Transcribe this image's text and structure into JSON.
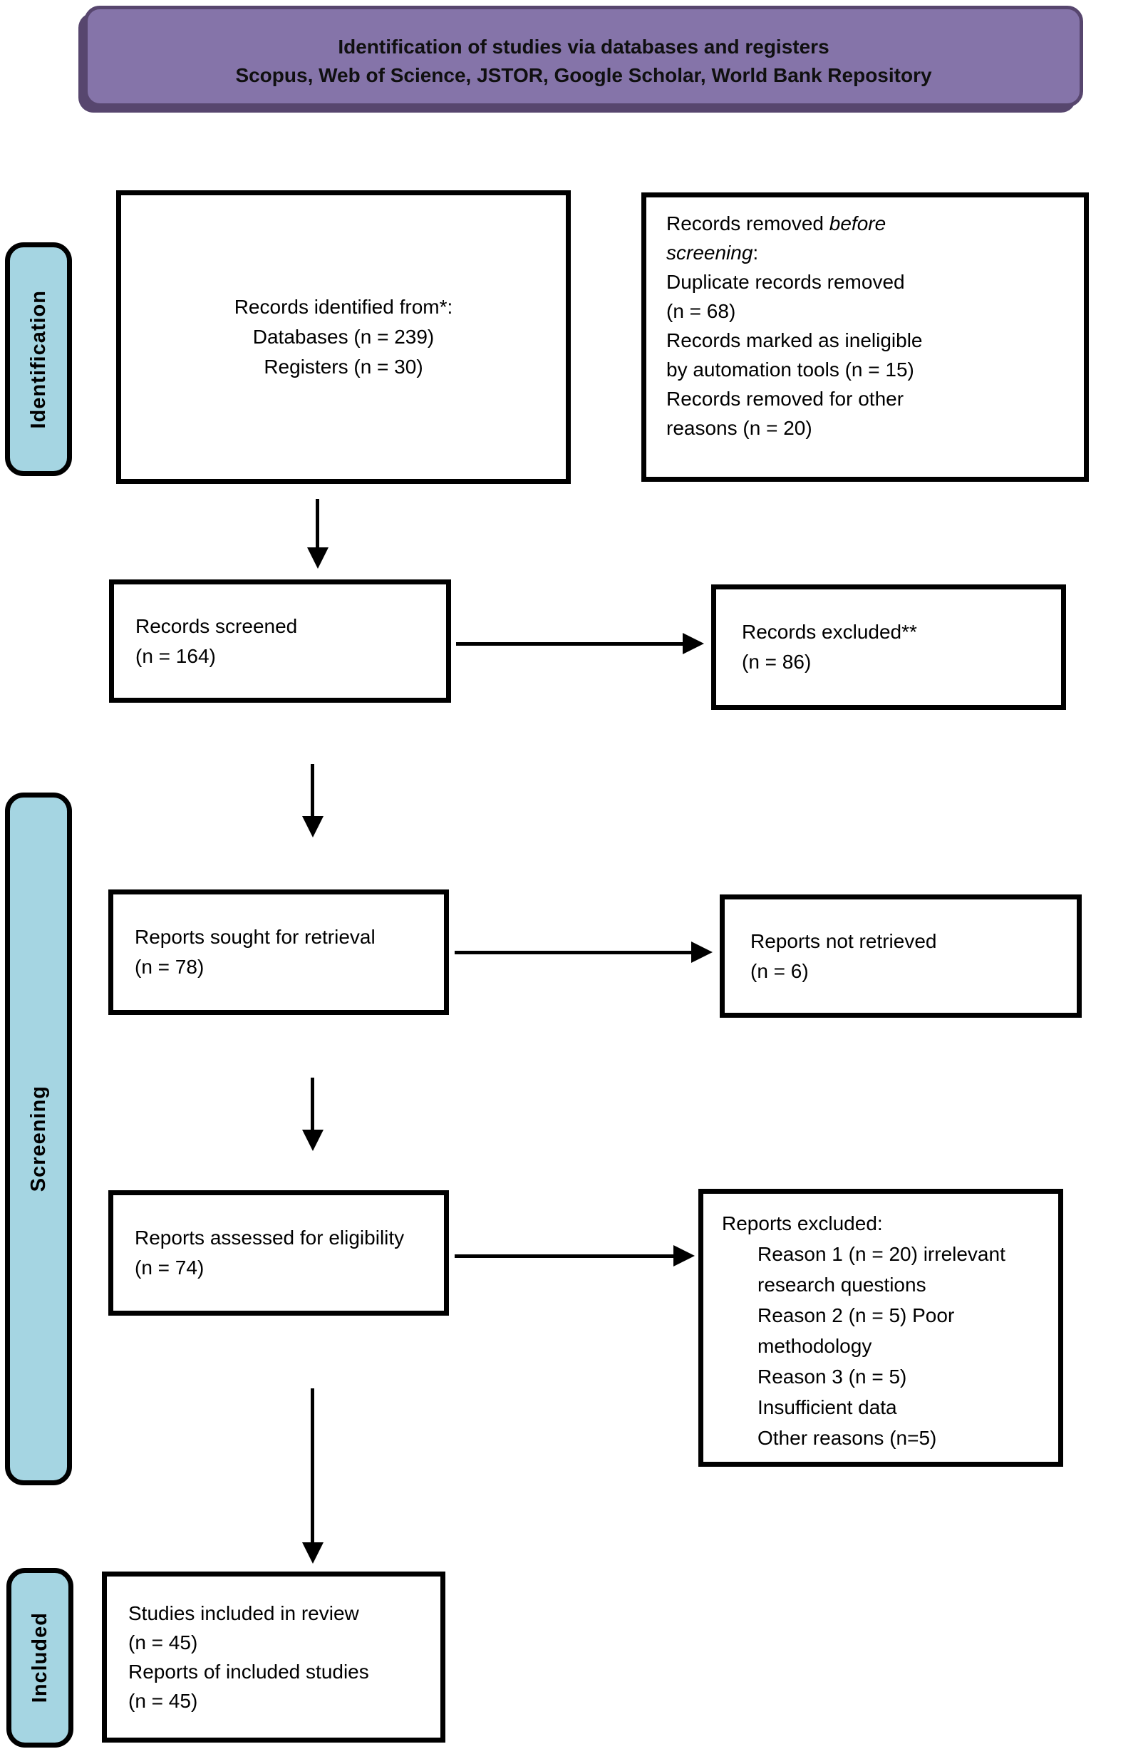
{
  "header": {
    "line1": "Identification of studies via databases and registers",
    "line2": "Scopus, Web of Science, JSTOR, Google Scholar, World Bank Repository"
  },
  "stages": {
    "identification": "Identification",
    "screening": "Screening",
    "included": "Included"
  },
  "boxes": {
    "records_identified": {
      "lines": [
        "Records identified from*:",
        "Databases (n = 239)",
        "Registers (n = 30)"
      ]
    },
    "records_removed": {
      "lines": [
        {
          "segments": [
            {
              "text": "Records removed ",
              "italic": false
            },
            {
              "text": "before",
              "italic": true
            }
          ]
        },
        {
          "segments": [
            {
              "text": "screening",
              "italic": true
            },
            {
              "text": ":",
              "italic": false
            }
          ]
        },
        "Duplicate records removed",
        "(n = 68)",
        "Records marked as ineligible",
        "by automation tools (n = 15)",
        "Records removed for other",
        "reasons (n = 20)"
      ]
    },
    "records_screened": {
      "lines": [
        "Records screened",
        "(n = 164)"
      ]
    },
    "records_excluded": {
      "lines": [
        "Records excluded**",
        "(n = 86)"
      ]
    },
    "reports_sought": {
      "lines": [
        "Reports sought for retrieval",
        "(n = 78)"
      ]
    },
    "reports_not_retrieved": {
      "lines": [
        "Reports not retrieved",
        "(n = 6)"
      ]
    },
    "reports_assessed": {
      "lines": [
        "Reports assessed for eligibility",
        "(n = 74)"
      ]
    },
    "reports_excluded": {
      "lines": [
        "Reports excluded:",
        {
          "indent": true,
          "segments": [
            {
              "text": "Reason 1 (n = 20) irrelevant",
              "italic": false
            }
          ]
        },
        {
          "indent": true,
          "segments": [
            {
              "text": "research questions",
              "italic": false
            }
          ]
        },
        {
          "indent": true,
          "segments": [
            {
              "text": "Reason 2 (n = 5) Poor",
              "italic": false
            }
          ]
        },
        {
          "indent": true,
          "segments": [
            {
              "text": "methodology",
              "italic": false
            }
          ]
        },
        {
          "indent": true,
          "segments": [
            {
              "text": "Reason 3 (n = 5)",
              "italic": false
            }
          ]
        },
        {
          "indent": true,
          "segments": [
            {
              "text": "Insufficient data",
              "italic": false
            }
          ]
        },
        {
          "indent": true,
          "segments": [
            {
              "text": "Other reasons (n=5)",
              "italic": false
            }
          ]
        }
      ]
    },
    "studies_included": {
      "lines": [
        "Studies included in review",
        "(n = 45)",
        "Reports of included studies",
        "(n = 45)"
      ]
    }
  },
  "colors": {
    "header_fill": "#8574a9",
    "header_border": "#57466e",
    "stage_fill": "#a5d5e2",
    "line_color": "#000000"
  }
}
